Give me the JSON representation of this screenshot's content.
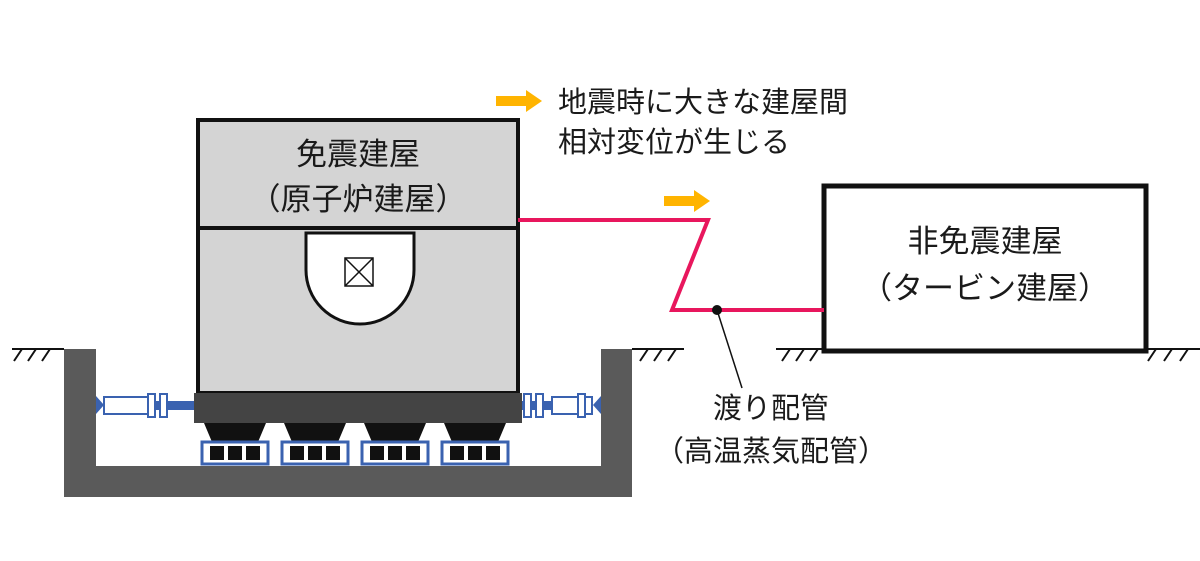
{
  "legend": {
    "line1": "地震時に大きな建屋間",
    "line2": "相対変位が生じる"
  },
  "isolated_building": {
    "line1": "免震建屋",
    "line2": "（原子炉建屋）"
  },
  "non_isolated_building": {
    "line1": "非免震建屋",
    "line2": "（タービン建屋）"
  },
  "piping": {
    "line1": "渡り配管",
    "line2": "（高温蒸気配管）"
  },
  "colors": {
    "arrow": "#ffb400",
    "pipe": "#e8175d",
    "pit": "#5a5a5a",
    "building_fill": "#d4d4d4",
    "base_slab": "#444444",
    "damper": "#3a62b0",
    "outline": "#111111"
  }
}
